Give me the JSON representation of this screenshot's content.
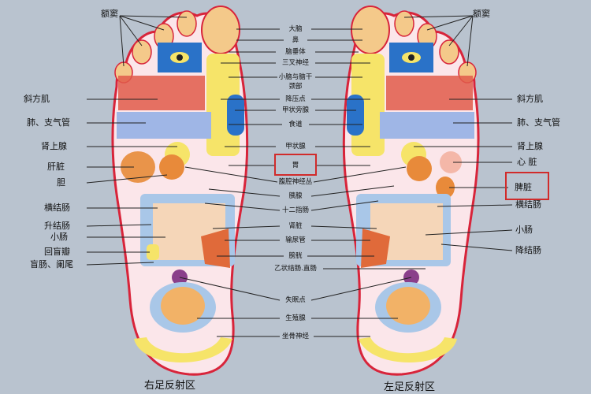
{
  "colors": {
    "background": "#b9c3cf",
    "skin": "#fbe6ea",
    "outline": "#d8243a",
    "highlight": "#d12b2b",
    "yellow": "#f6e469",
    "blue": "#2a72c8",
    "orange": "#e88a3a"
  },
  "left_labels": {
    "frontal_sinus": "额窦",
    "trapezius": "斜方肌",
    "lung_bronchus": "肺、支气管",
    "adrenal": "肾上腺",
    "liver": "肝脏",
    "gallbladder": "胆",
    "transverse_colon": "横结肠",
    "ascending_colon": "升结肠",
    "small_intestine": "小肠",
    "ileocecal_valve": "回盲瓣",
    "cecum_appendix": "盲肠、阑尾"
  },
  "center_labels": {
    "brain": "大脑",
    "nose": "鼻",
    "pituitary": "脑垂体",
    "trigeminal": "三叉神经",
    "cerebellum_brainstem": "小脑与脑干",
    "neck": "颈部",
    "hypotension_point": "降压点",
    "parathyroid": "甲状旁腺",
    "esophagus": "食道",
    "thyroid": "甲状腺",
    "stomach": "胃",
    "celiac_plexus": "腹腔神经丛",
    "pancreas": "胰腺",
    "duodenum": "十二指肠",
    "kidney": "肾脏",
    "ureter": "输尿管",
    "bladder": "膀胱",
    "sigmoid_rectum": "乙状结肠.直肠",
    "insomnia_point": "失眠点",
    "genitals": "生殖腺",
    "sciatic_nerve": "坐骨神经"
  },
  "right_labels": {
    "frontal_sinus": "额窦",
    "trapezius": "斜方肌",
    "lung_bronchus": "肺、支气管",
    "adrenal": "肾上腺",
    "heart": "心 脏",
    "spleen": "脾脏",
    "transverse_colon": "横结肠",
    "small_intestine": "小肠",
    "descending_colon": "降结肠"
  },
  "captions": {
    "right_foot": "右足反射区",
    "left_foot": "左足反射区"
  }
}
